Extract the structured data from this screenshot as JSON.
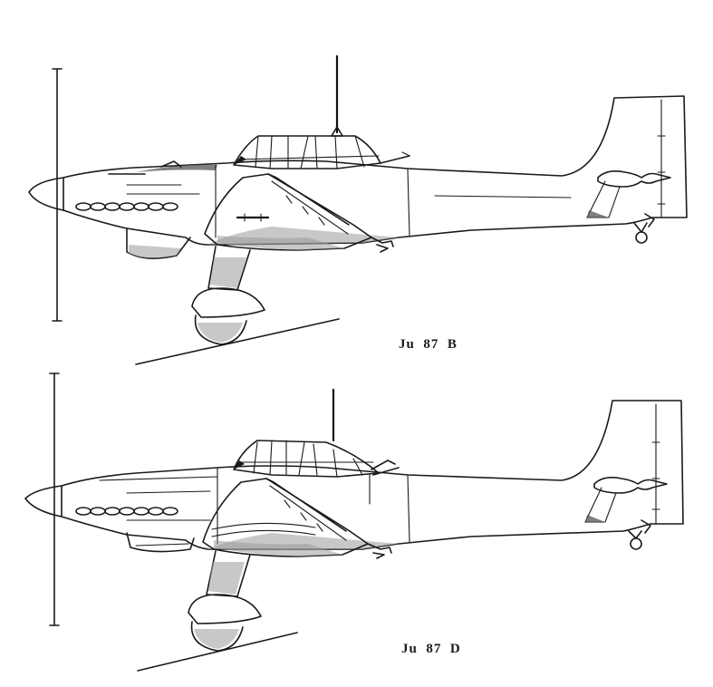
{
  "figures": [
    {
      "id": "top",
      "caption": "Ju  87  B"
    },
    {
      "id": "bottom",
      "caption": "Ju  87  D"
    }
  ]
}
